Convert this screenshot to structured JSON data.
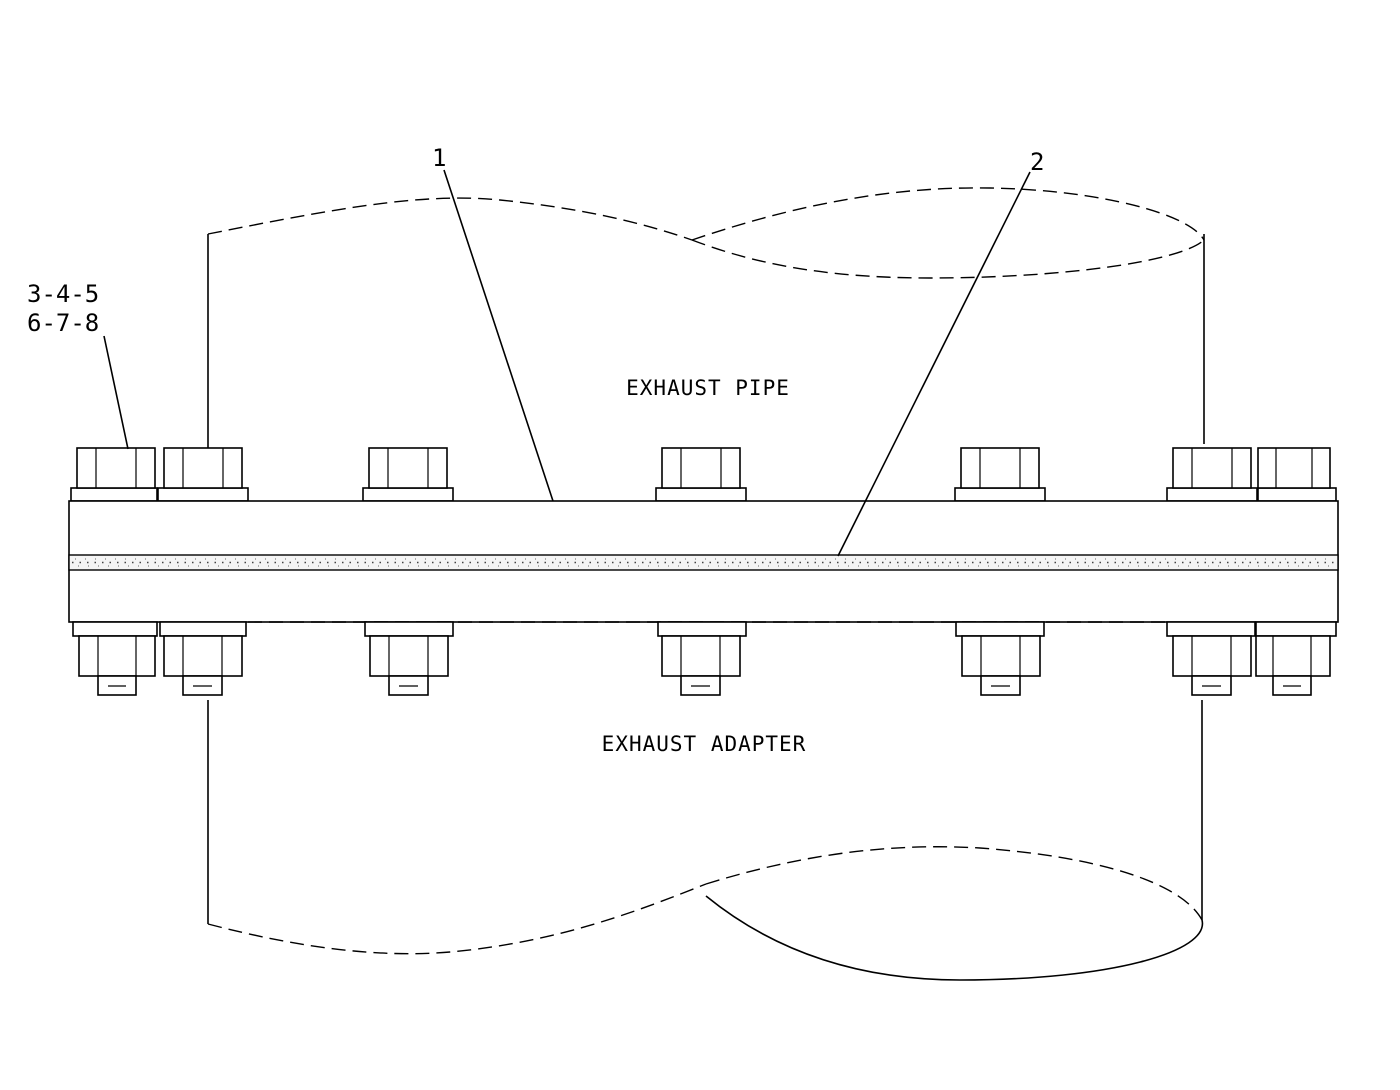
{
  "labels": {
    "pipe": "EXHAUST PIPE",
    "adapter": "EXHAUST ADAPTER"
  },
  "callouts": {
    "one": "1",
    "two": "2",
    "hardware_line1": "3-4-5",
    "hardware_line2": "6-7-8"
  }
}
